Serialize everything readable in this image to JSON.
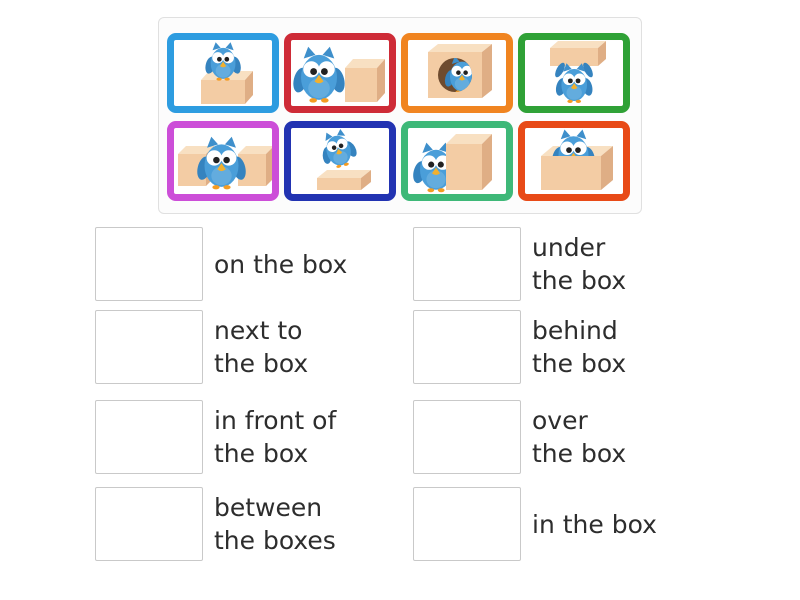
{
  "panel": {
    "tiles": [
      {
        "alt": "owl standing on a box",
        "border_color": "#2D9CE0"
      },
      {
        "alt": "owl next to a box",
        "border_color": "#CE2B37"
      },
      {
        "alt": "owl inside a box with round hole",
        "border_color": "#F08420"
      },
      {
        "alt": "owl under a box",
        "border_color": "#2FA136"
      },
      {
        "alt": "owl between two boxes",
        "border_color": "#CC4ED8"
      },
      {
        "alt": "owl flying over a box",
        "border_color": "#2233B2"
      },
      {
        "alt": "owl partially hidden by a tall box",
        "border_color": "#3EB878"
      },
      {
        "alt": "owl peeking from behind a box",
        "border_color": "#E84A17"
      }
    ]
  },
  "matches": {
    "left": [
      {
        "lines": [
          "on the box"
        ]
      },
      {
        "lines": [
          "next to",
          "the box"
        ]
      },
      {
        "lines": [
          "in front of",
          "the box"
        ]
      },
      {
        "lines": [
          "between",
          "the boxes"
        ]
      }
    ],
    "right": [
      {
        "lines": [
          "under",
          "the box"
        ]
      },
      {
        "lines": [
          "behind",
          "the box"
        ]
      },
      {
        "lines": [
          "over",
          "the box"
        ]
      },
      {
        "lines": [
          "in the box"
        ]
      }
    ]
  },
  "colors": {
    "board_background": "#fcfcfc",
    "board_border": "#e0e0e0",
    "drop_zone_border": "#c9c9c9",
    "label_text": "#2d2d2d"
  }
}
